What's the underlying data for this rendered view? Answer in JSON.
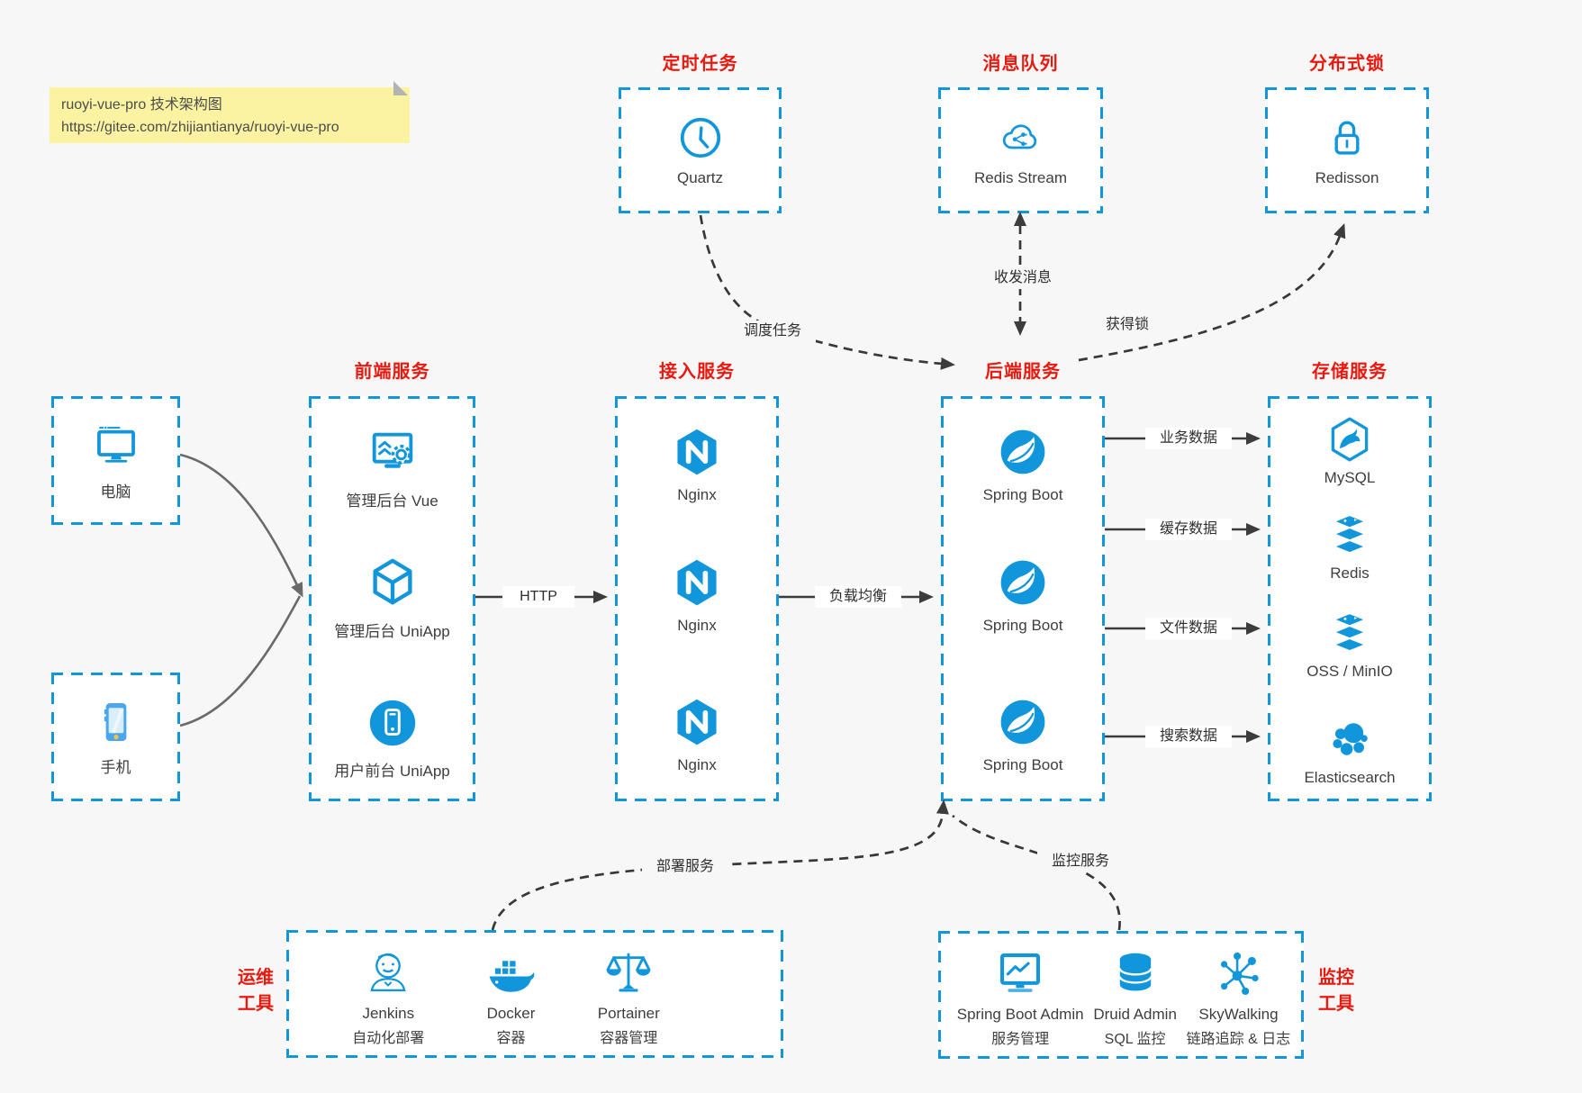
{
  "note": {
    "line1": "ruoyi-vue-pro 技术架构图",
    "line2": "https://gitee.com/zhijiantianya/ruoyi-vue-pro"
  },
  "colors": {
    "accent_blue": "#1296db",
    "title_red": "#e8190f",
    "note_yellow": "#fbf3a2",
    "canvas_bg": "#f7f7f7"
  },
  "top_groups": [
    {
      "title": "定时任务",
      "item": {
        "label": "Quartz",
        "icon": "clock-icon"
      }
    },
    {
      "title": "消息队列",
      "item": {
        "label": "Redis Stream",
        "icon": "cloud-share-icon"
      }
    },
    {
      "title": "分布式锁",
      "item": {
        "label": "Redisson",
        "icon": "lock-icon"
      }
    }
  ],
  "devices": [
    {
      "label": "电脑",
      "icon": "desktop-icon"
    },
    {
      "label": "手机",
      "icon": "smartphone-icon"
    }
  ],
  "columns": [
    {
      "title": "前端服务",
      "items": [
        {
          "label": "管理后台 Vue",
          "icon": "admin-vue-icon"
        },
        {
          "label": "管理后台 UniApp",
          "icon": "uniapp-cube-icon"
        },
        {
          "label": "用户前台 UniApp",
          "icon": "user-app-icon"
        }
      ]
    },
    {
      "title": "接入服务",
      "items": [
        {
          "label": "Nginx",
          "icon": "nginx-icon"
        },
        {
          "label": "Nginx",
          "icon": "nginx-icon"
        },
        {
          "label": "Nginx",
          "icon": "nginx-icon"
        }
      ]
    },
    {
      "title": "后端服务",
      "items": [
        {
          "label": "Spring Boot",
          "icon": "spring-boot-icon"
        },
        {
          "label": "Spring Boot",
          "icon": "spring-boot-icon"
        },
        {
          "label": "Spring Boot",
          "icon": "spring-boot-icon"
        }
      ]
    },
    {
      "title": "存储服务",
      "items": [
        {
          "label": "MySQL",
          "icon": "mysql-icon"
        },
        {
          "label": "Redis",
          "icon": "redis-icon"
        },
        {
          "label": "OSS / MinIO",
          "icon": "oss-minio-icon"
        },
        {
          "label": "Elasticsearch",
          "icon": "elasticsearch-icon"
        }
      ]
    }
  ],
  "bottom_groups": [
    {
      "side_label_line1": "运维",
      "side_label_line2": "工具",
      "items": [
        {
          "name": "Jenkins",
          "desc": "自动化部署",
          "icon": "jenkins-icon"
        },
        {
          "name": "Docker",
          "desc": "容器",
          "icon": "docker-icon"
        },
        {
          "name": "Portainer",
          "desc": "容器管理",
          "icon": "portainer-icon"
        }
      ]
    },
    {
      "side_label_line1": "监控",
      "side_label_line2": "工具",
      "items": [
        {
          "name": "Spring Boot Admin",
          "desc": "服务管理",
          "icon": "spring-boot-admin-icon"
        },
        {
          "name": "Druid Admin",
          "desc": "SQL 监控",
          "icon": "druid-icon"
        },
        {
          "name": "SkyWalking",
          "desc": "链路追踪 & 日志",
          "icon": "skywalking-icon"
        }
      ]
    }
  ],
  "edges": {
    "schedule_task": "调度任务",
    "send_receive_message": "收发消息",
    "acquire_lock": "获得锁",
    "http": "HTTP",
    "load_balance": "负载均衡",
    "business_data": "业务数据",
    "cache_data": "缓存数据",
    "file_data": "文件数据",
    "search_data": "搜索数据",
    "deploy_service": "部署服务",
    "monitor_service": "监控服务"
  }
}
